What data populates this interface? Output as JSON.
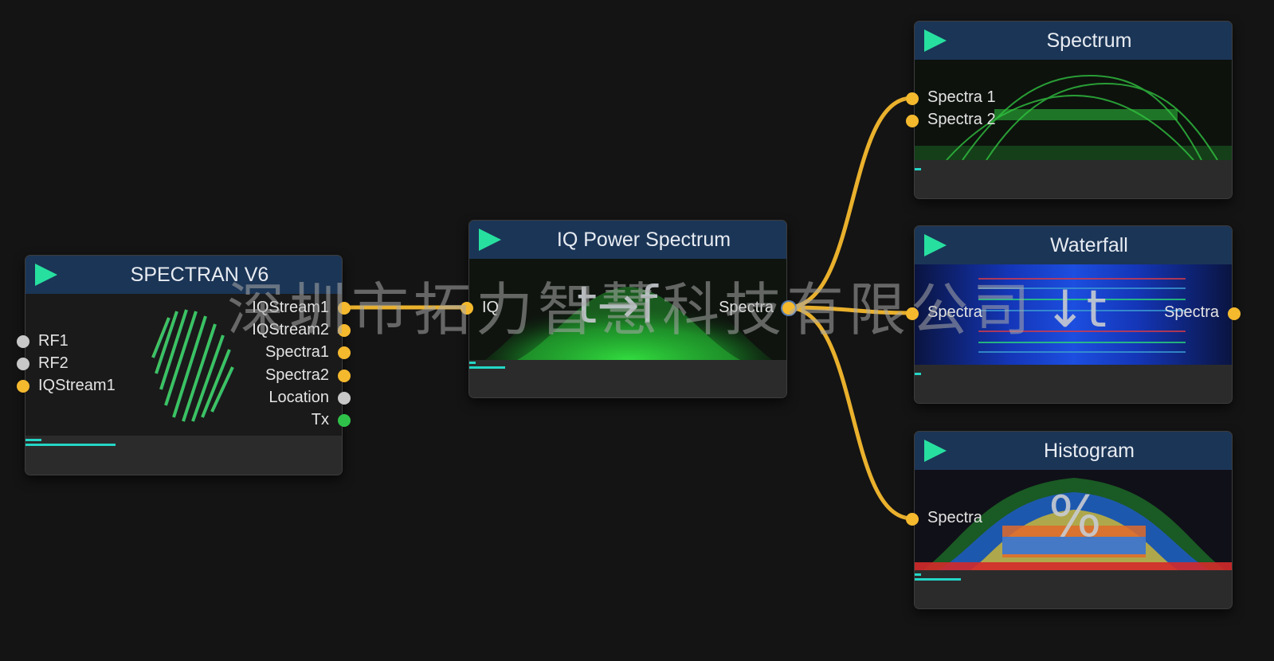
{
  "watermark": "深圳市拓力智慧科技有限公司",
  "colors": {
    "header": "#1b3556",
    "play_icon": "#27e0a0",
    "wire": "#f5b92e",
    "port_orange": "#f5b92e",
    "port_grey": "#c8c8c8",
    "port_green": "#2fc24a",
    "progress": "#24d6c6"
  },
  "nodes": {
    "spectran": {
      "title": "SPECTRAN V6",
      "inputs": [
        "RF1",
        "RF2",
        "IQStream1"
      ],
      "outputs": [
        "IQStream1",
        "IQStream2",
        "Spectra1",
        "Spectra2",
        "Location",
        "Tx"
      ]
    },
    "iq_power": {
      "title": "IQ Power Spectrum",
      "input": "IQ",
      "output": "Spectra",
      "icon": "time-to-frequency-icon"
    },
    "spectrum": {
      "title": "Spectrum",
      "inputs": [
        "Spectra 1",
        "Spectra 2"
      ]
    },
    "waterfall": {
      "title": "Waterfall",
      "input": "Spectra",
      "output": "Spectra",
      "icon": "down-arrow-time-icon"
    },
    "histogram": {
      "title": "Histogram",
      "input": "Spectra",
      "icon_text": "%"
    }
  }
}
